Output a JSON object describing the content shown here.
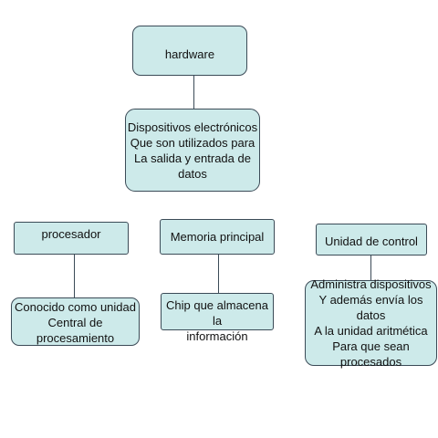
{
  "colors": {
    "box_fill": "#cdeaea",
    "box_border": "#3b4b57",
    "line": "#3b4b57"
  },
  "nodes": {
    "hardware": "hardware",
    "hardware_desc": "Dispositivos electrónicos\nQue son utilizados para\nLa salida y entrada de datos",
    "procesador": "procesador",
    "procesador_desc": "Conocido como unidad\nCentral de procesamiento",
    "memoria": "Memoria principal",
    "memoria_desc": "Chip que almacena la\ninformación",
    "control": "Unidad de control",
    "control_desc": "Administra dispositivos\nY además envía los datos\nA la unidad aritmética\nPara que sean procesados"
  }
}
